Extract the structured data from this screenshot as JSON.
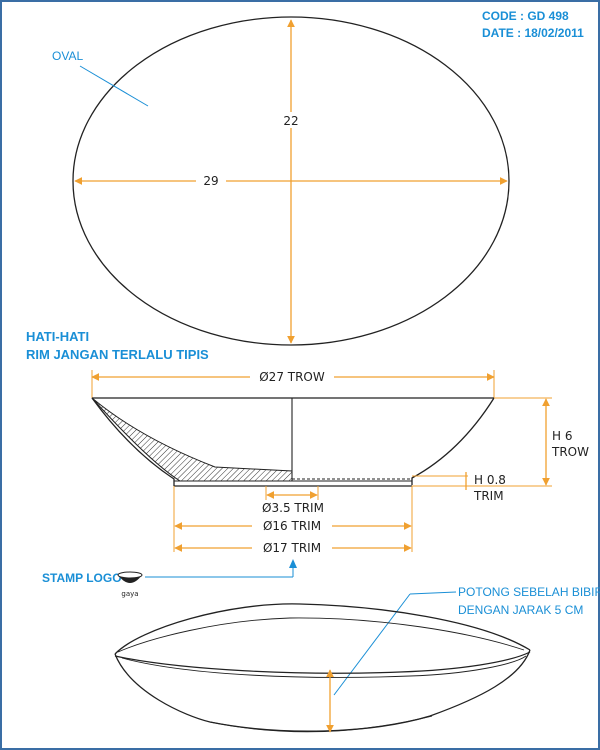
{
  "header": {
    "code": "CODE : GD 498",
    "date": "DATE : 18/02/2011"
  },
  "top_view": {
    "label": "OVAL",
    "height_dim": "22",
    "width_dim": "29"
  },
  "warning": {
    "line1": "HATI-HATI",
    "line2": "RIM JANGAN TERLALU TIPIS"
  },
  "section_view": {
    "rim_diameter": "Ø27 TROW",
    "height": "H 6",
    "height_unit": "TROW",
    "trim_height": "H 0.8",
    "trim_height_unit": "TRIM",
    "inner_foot": "Ø3.5 TRIM",
    "foot_16": "Ø16 TRIM",
    "foot_17": "Ø17 TRIM"
  },
  "stamp": {
    "label": "STAMP LOGO",
    "logo_text": "gaya"
  },
  "perspective_view": {
    "note_line1": "POTONG SEBELAH BIBIR",
    "note_line2": "DENGAN JARAK 5 CM"
  },
  "colors": {
    "annotation_blue": "#1a8fd6",
    "dimension_orange": "#f0a030",
    "outline": "#222222",
    "frame": "#3a6ea5"
  }
}
